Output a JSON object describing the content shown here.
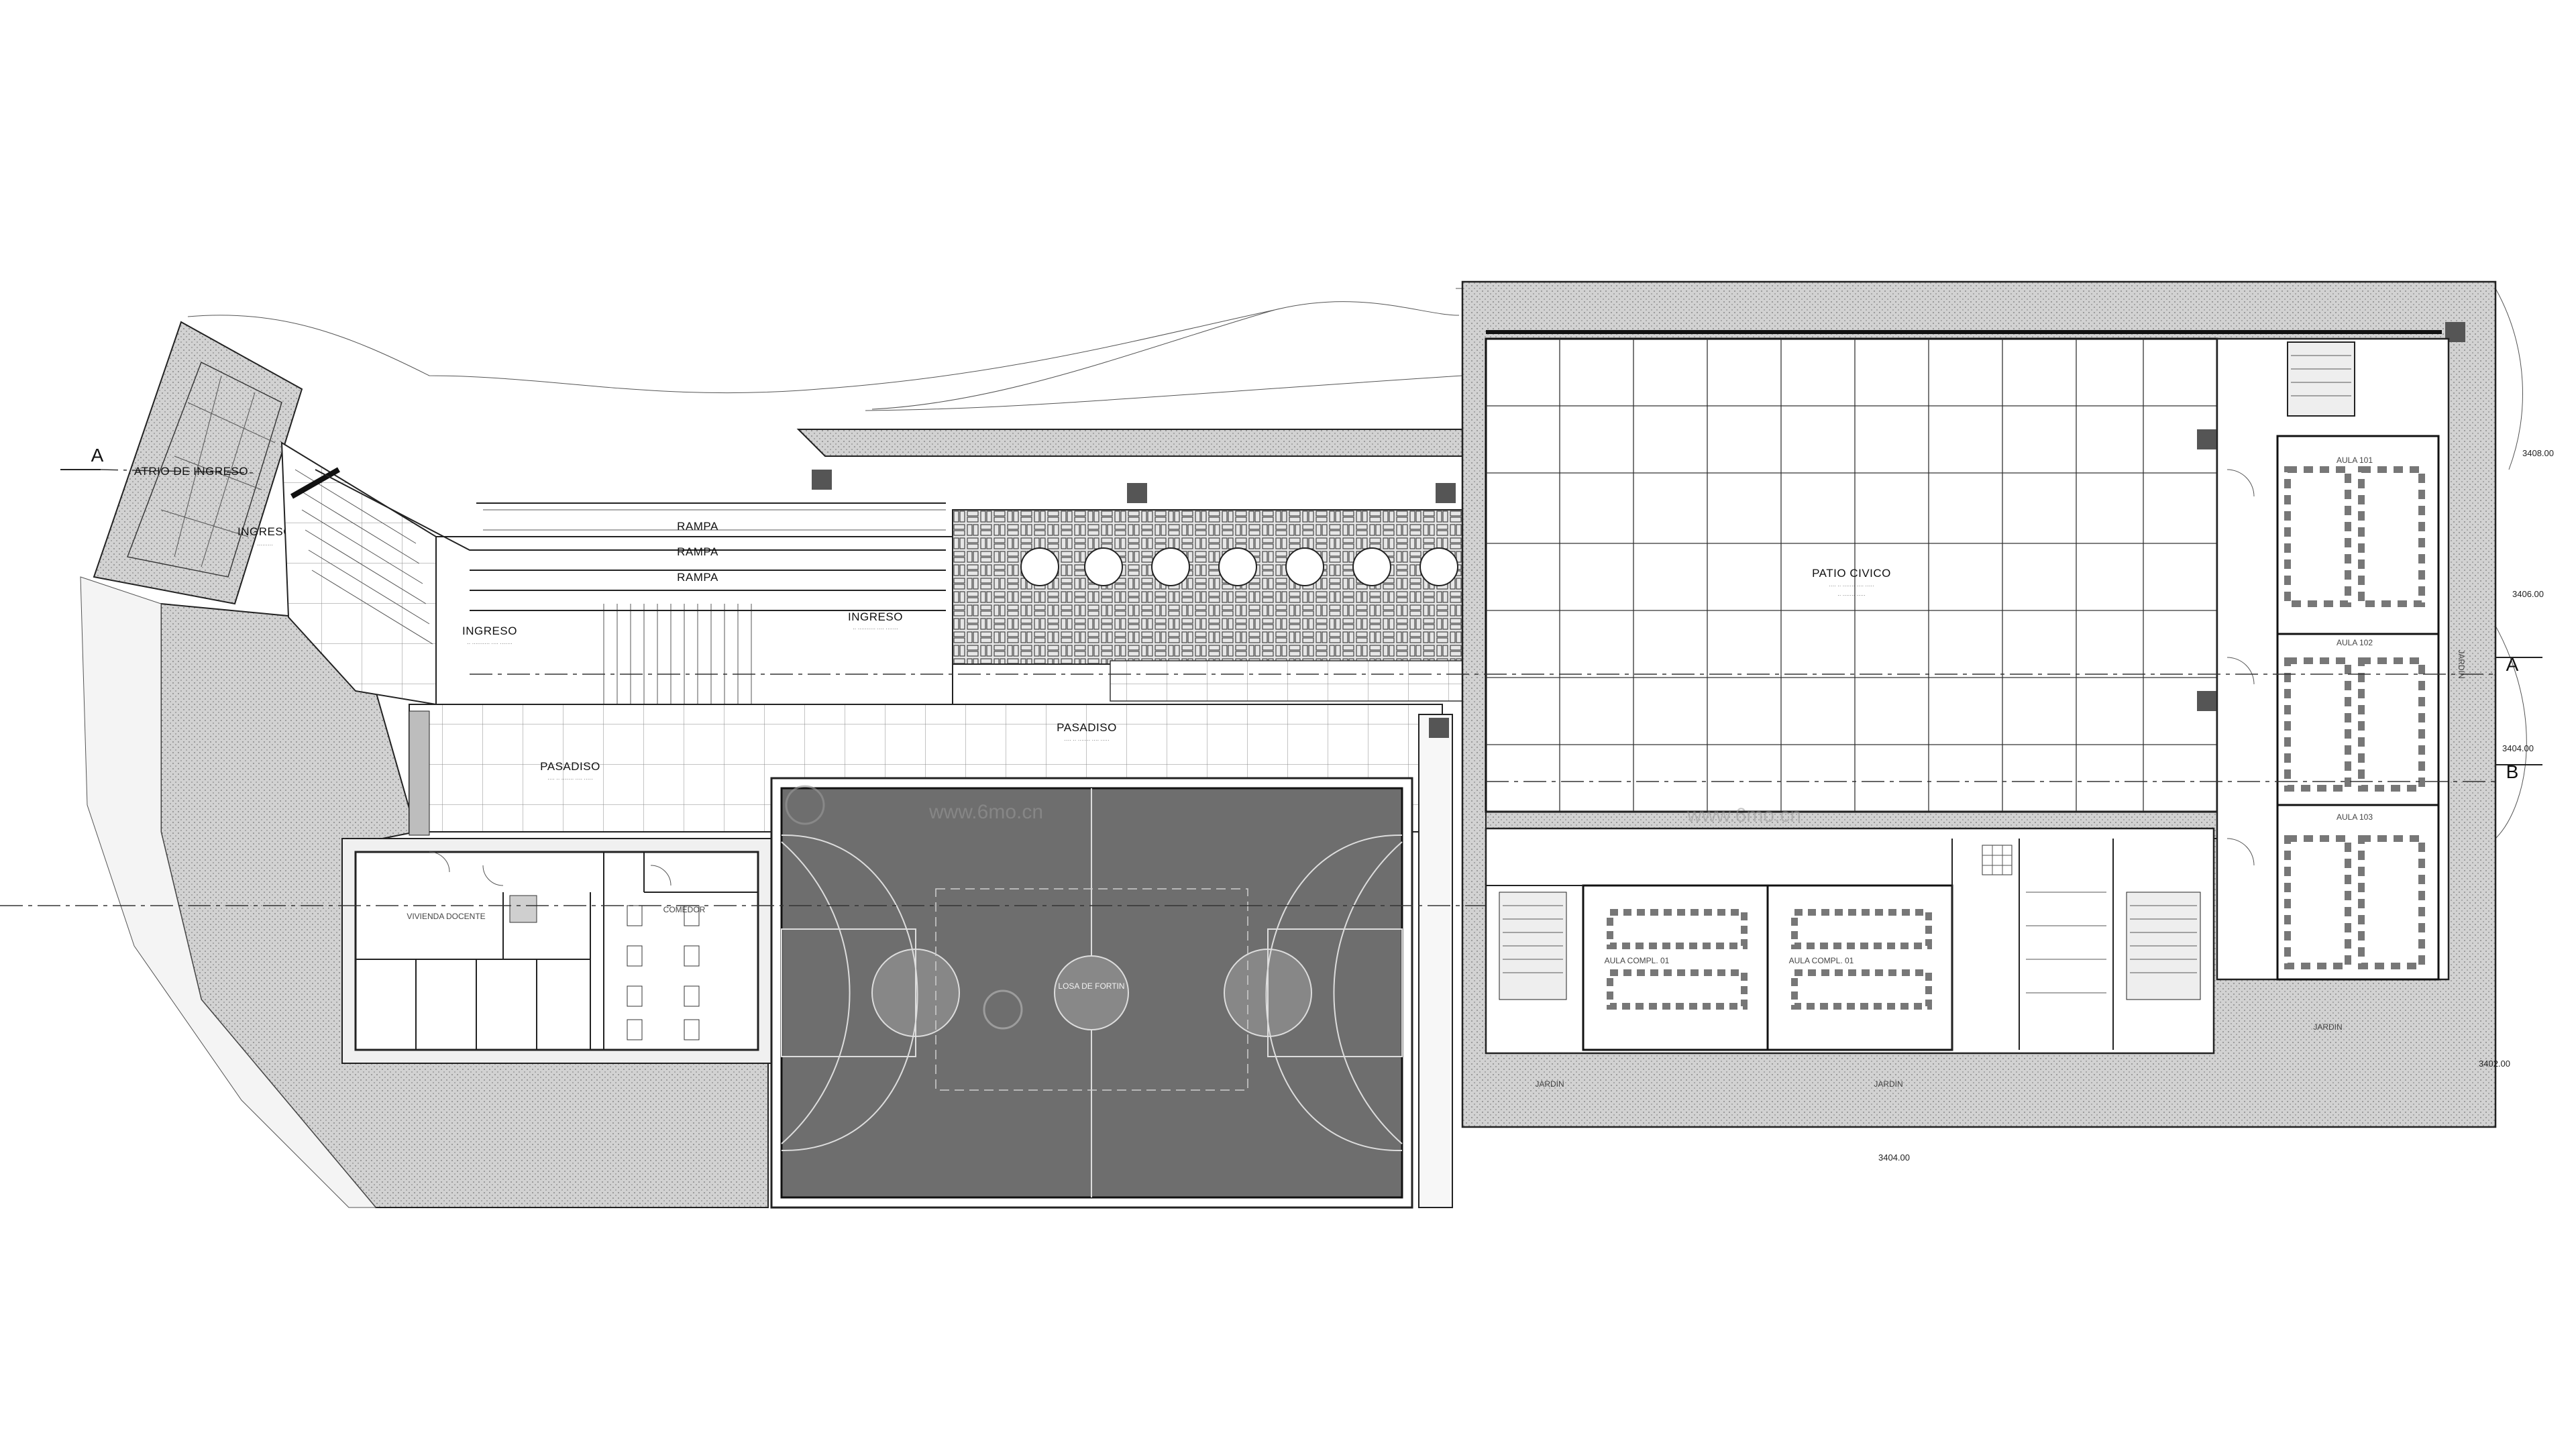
{
  "plan_labels": {
    "atrio": "ATRIO DE INGRESO",
    "ingreso_1": "INGRESO",
    "ingreso_2": "INGRESO",
    "ingreso_3": "INGRESO",
    "rampa_1": "RAMPA",
    "rampa_2": "RAMPA",
    "rampa_3": "RAMPA",
    "pasadiso_1": "PASADISO",
    "pasadiso_2": "PASADISO",
    "patio_civico": "PATIO CIVICO",
    "losa": "LOSA DE FORTIN",
    "vivienda": "VIVIENDA DOCENTE",
    "comedor": "COMEDOR",
    "aula_compl_1": "AULA COMPL. 01",
    "aula_compl_2": "AULA COMPL. 01",
    "aula_101": "AULA 101",
    "aula_102": "AULA 102",
    "aula_103": "AULA 103",
    "jardin_1": "JARDIN",
    "jardin_2": "JARDIN",
    "jardin_3": "JARDIN",
    "jardin_4": "JARDIN"
  },
  "section_marks": {
    "a_left": "A",
    "a_right": "A",
    "b_right": "B"
  },
  "elevations": {
    "e3408": "3408.00",
    "e3406": "3406.00",
    "e3404_right": "3404.00",
    "e3402": "3402.00",
    "e3404_bottom": "3404.00"
  },
  "watermark": {
    "site": "www.6mo.cn"
  },
  "colors": {
    "court_fill": "#6e6e6e",
    "paving_fill": "#bdbdbd",
    "line": "#222222"
  }
}
